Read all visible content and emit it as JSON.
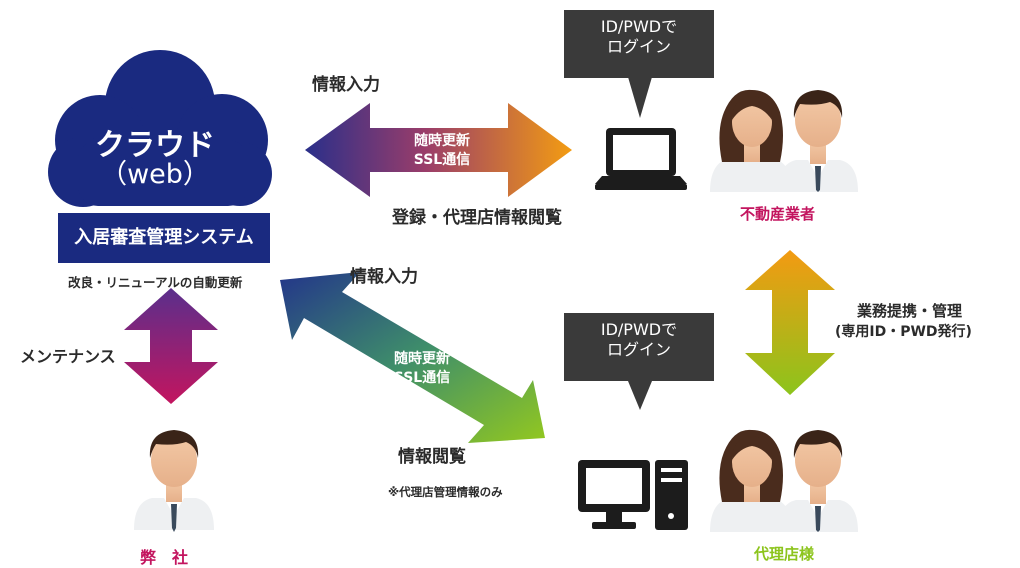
{
  "cloud": {
    "title": "クラウド",
    "subtitle": "（web）"
  },
  "system": {
    "name": "入居審査管理システム",
    "note": "改良・リニューアルの自動更新"
  },
  "maintenance": {
    "label": "メンテナンス"
  },
  "company": {
    "label": "弊　社"
  },
  "top_link": {
    "input_label": "情報入力",
    "arrow_line1": "随時更新",
    "arrow_line2": "SSL通信",
    "caption": "登録・代理店情報閲覧"
  },
  "bottom_link": {
    "input_label": "情報入力",
    "arrow_line1": "随時更新",
    "arrow_line2": "SSL通信",
    "view_label": "情報閲覧",
    "note": "※代理店管理情報のみ"
  },
  "callout_top": {
    "line1": "ID/PWDで",
    "line2": "ログイン"
  },
  "callout_bottom": {
    "line1": "ID/PWDで",
    "line2": "ログイン"
  },
  "realestate": {
    "label": "不動産業者"
  },
  "agency": {
    "label": "代理店様"
  },
  "business": {
    "line1": "業務提携・管理",
    "line2": "(専用ID・PWD発行)"
  },
  "colors": {
    "navy": "#1a2a80",
    "orange": "#f29a14",
    "magenta": "#c3155f",
    "green": "#8cc41c",
    "purple": "#5a2f8c",
    "callout": "#3a3a3a"
  }
}
